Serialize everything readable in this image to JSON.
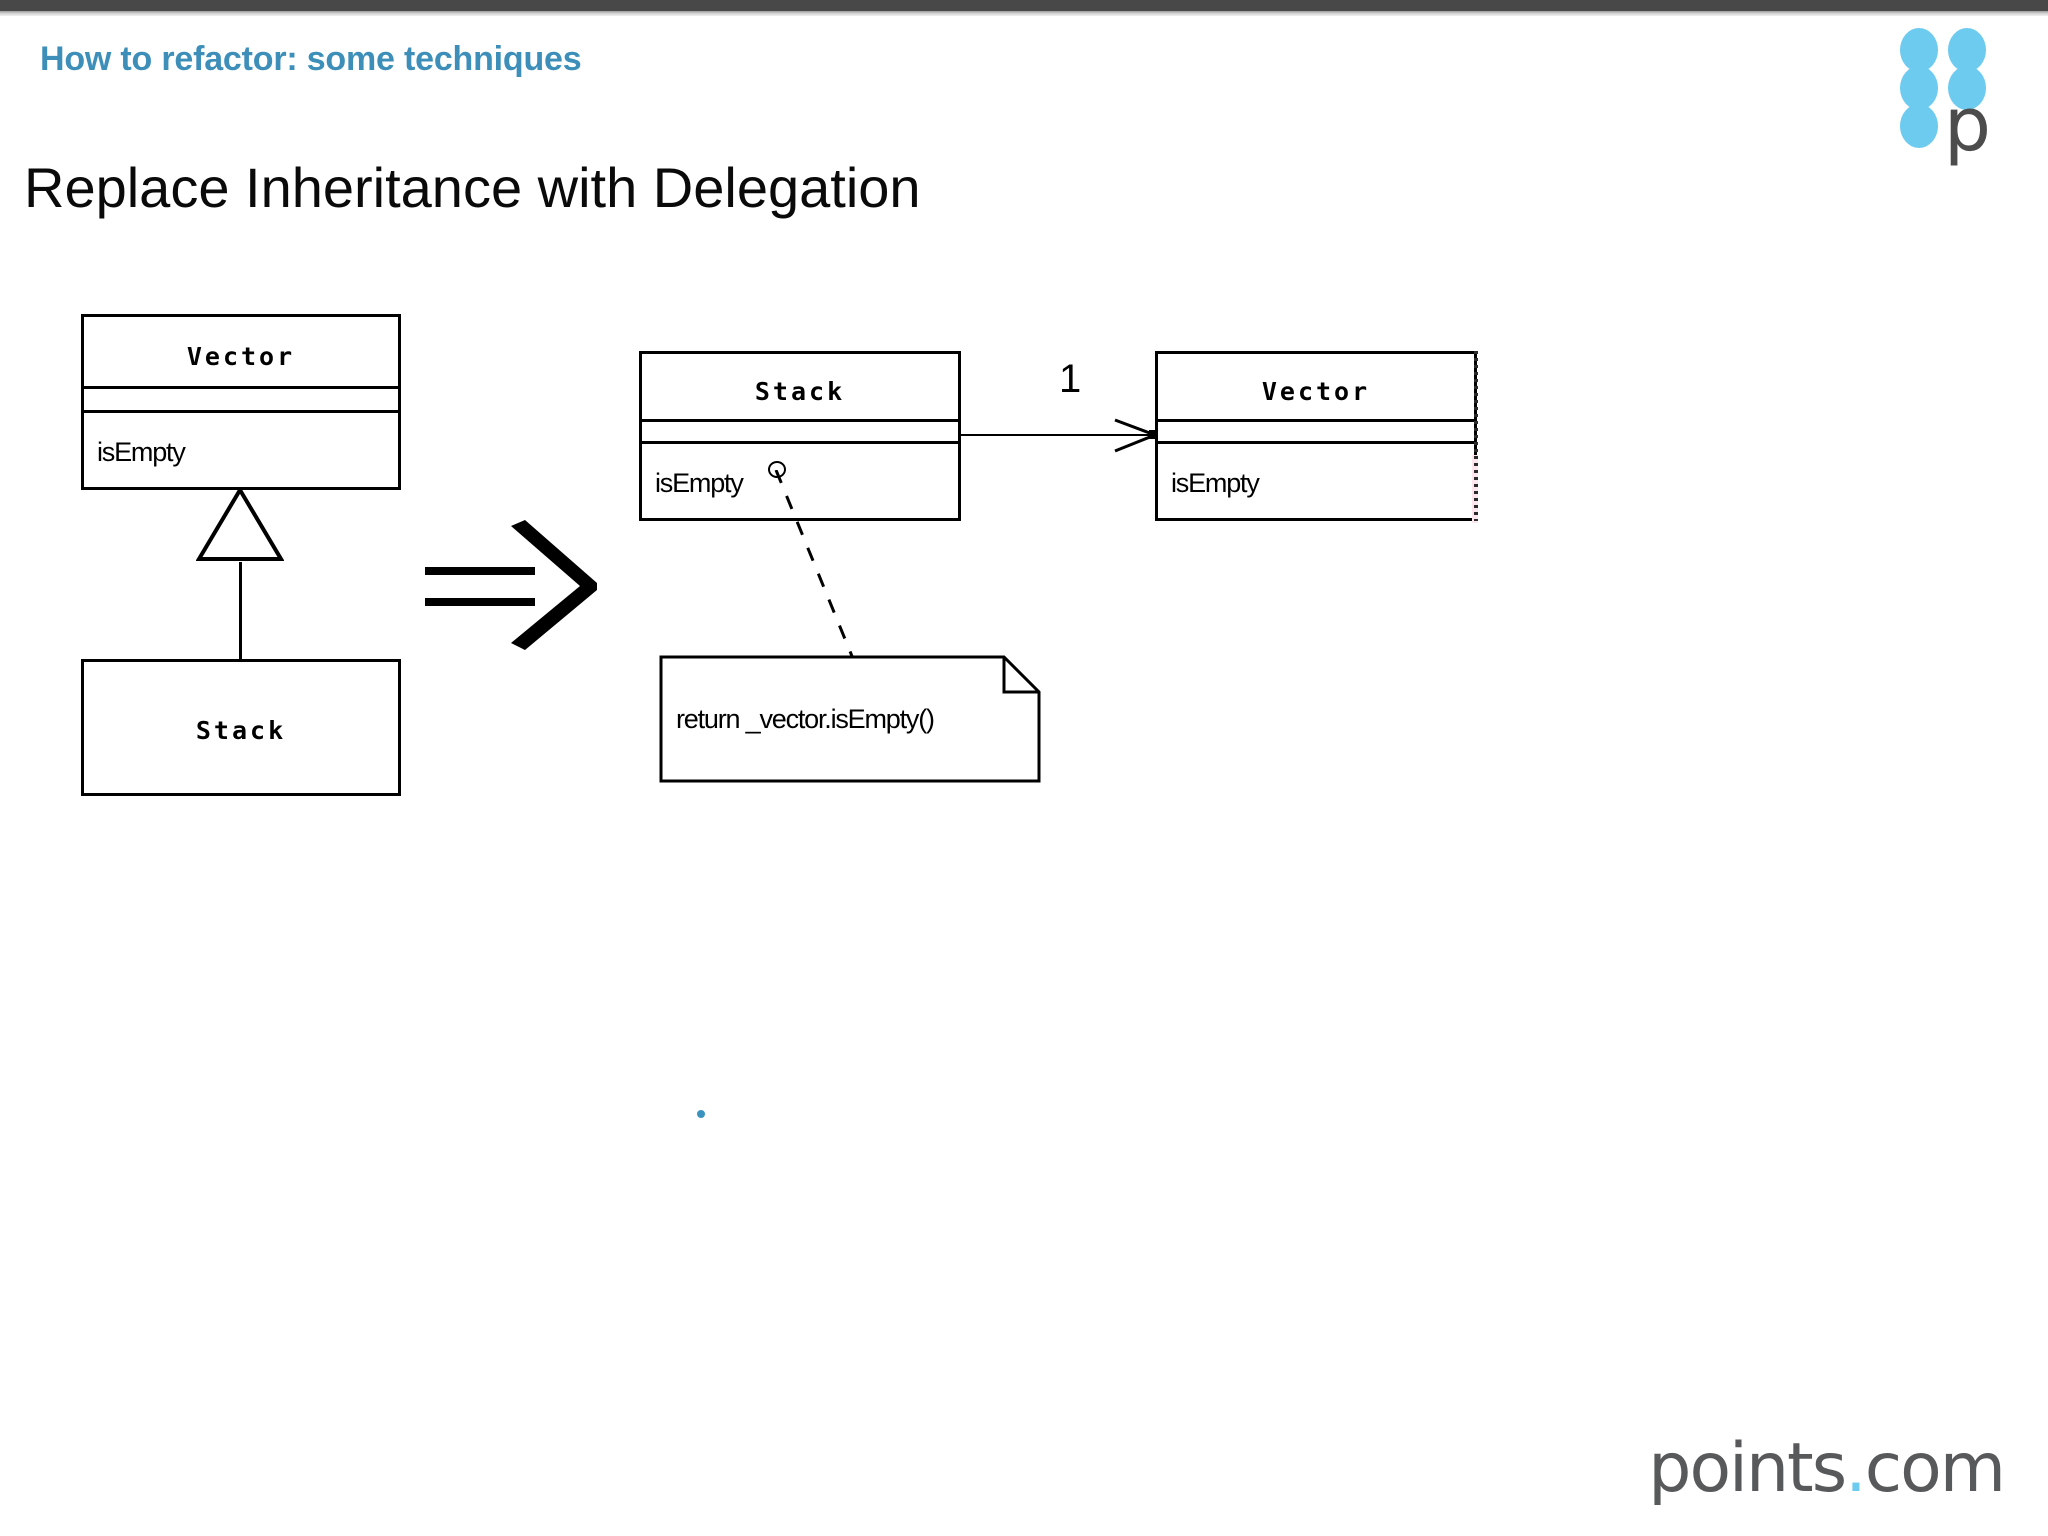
{
  "chrome": {
    "topbar_color": "#484848"
  },
  "header": {
    "eyebrow": "How to refactor: some techniques",
    "eyebrow_color": "#3d8fb9",
    "brand_letter": "p",
    "brand_dot_color": "#6ecbf0"
  },
  "slide": {
    "title": "Replace Inheritance with Delegation"
  },
  "diagram": {
    "before": {
      "superclass": {
        "name": "Vector",
        "operations": [
          "isEmpty"
        ]
      },
      "relationship": "generalization",
      "subclass": {
        "name": "Stack"
      }
    },
    "transform_glyph": "double-right-arrow",
    "after": {
      "client": {
        "name": "Stack",
        "operations": [
          "isEmpty"
        ]
      },
      "relationship": "association",
      "multiplicity": "1",
      "supplier": {
        "name": "Vector",
        "operations": [
          "isEmpty"
        ]
      },
      "note": {
        "text": "return _vector.isEmpty()"
      }
    }
  },
  "footer": {
    "logo_main": "points",
    "logo_dot": ".",
    "logo_tld": "com",
    "page_dot_color": "#3b93c0"
  }
}
